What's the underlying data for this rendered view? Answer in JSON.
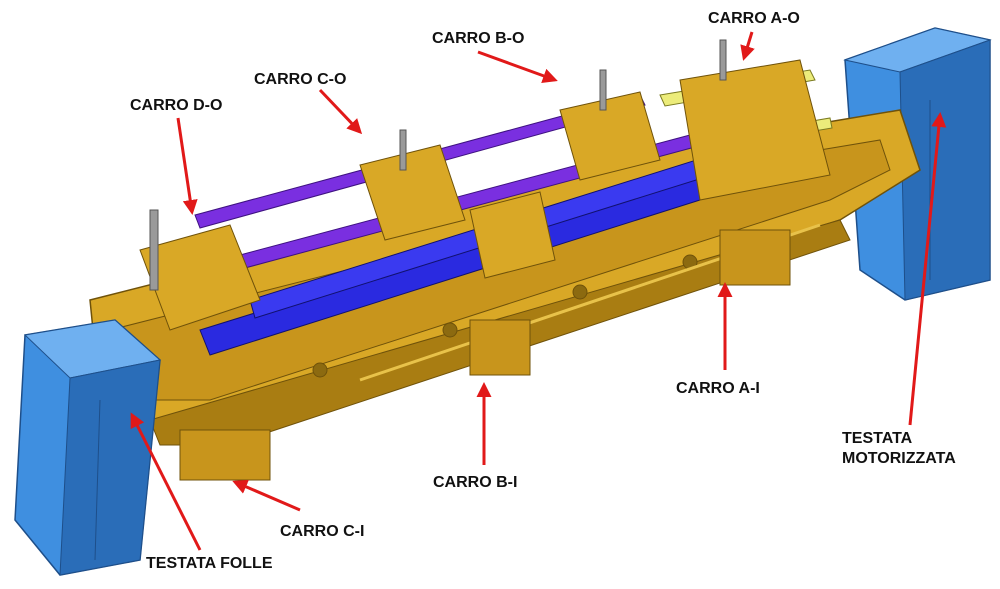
{
  "labels": {
    "carro_a_o": "CARRO A-O",
    "carro_b_o": "CARRO B-O",
    "carro_c_o": "CARRO C-O",
    "carro_d_o": "CARRO D-O",
    "carro_a_i": "CARRO A-I",
    "carro_b_i": "CARRO B-I",
    "carro_c_i": "CARRO C-I",
    "testata_folle": "TESTATA FOLLE",
    "testata_motorizzata_line1": "TESTATA",
    "testata_motorizzata_line2": "MOTORIZZATA"
  },
  "colors": {
    "frame_yellow": "#d9a826",
    "frame_dark": "#a97d12",
    "head_blue": "#3f8fe0",
    "head_blue_dark": "#2a6db8",
    "beam_purple": "#7a2fe0",
    "rail_blue": "#2a2ae0",
    "arrow_red": "#e11919",
    "text": "#111111"
  }
}
